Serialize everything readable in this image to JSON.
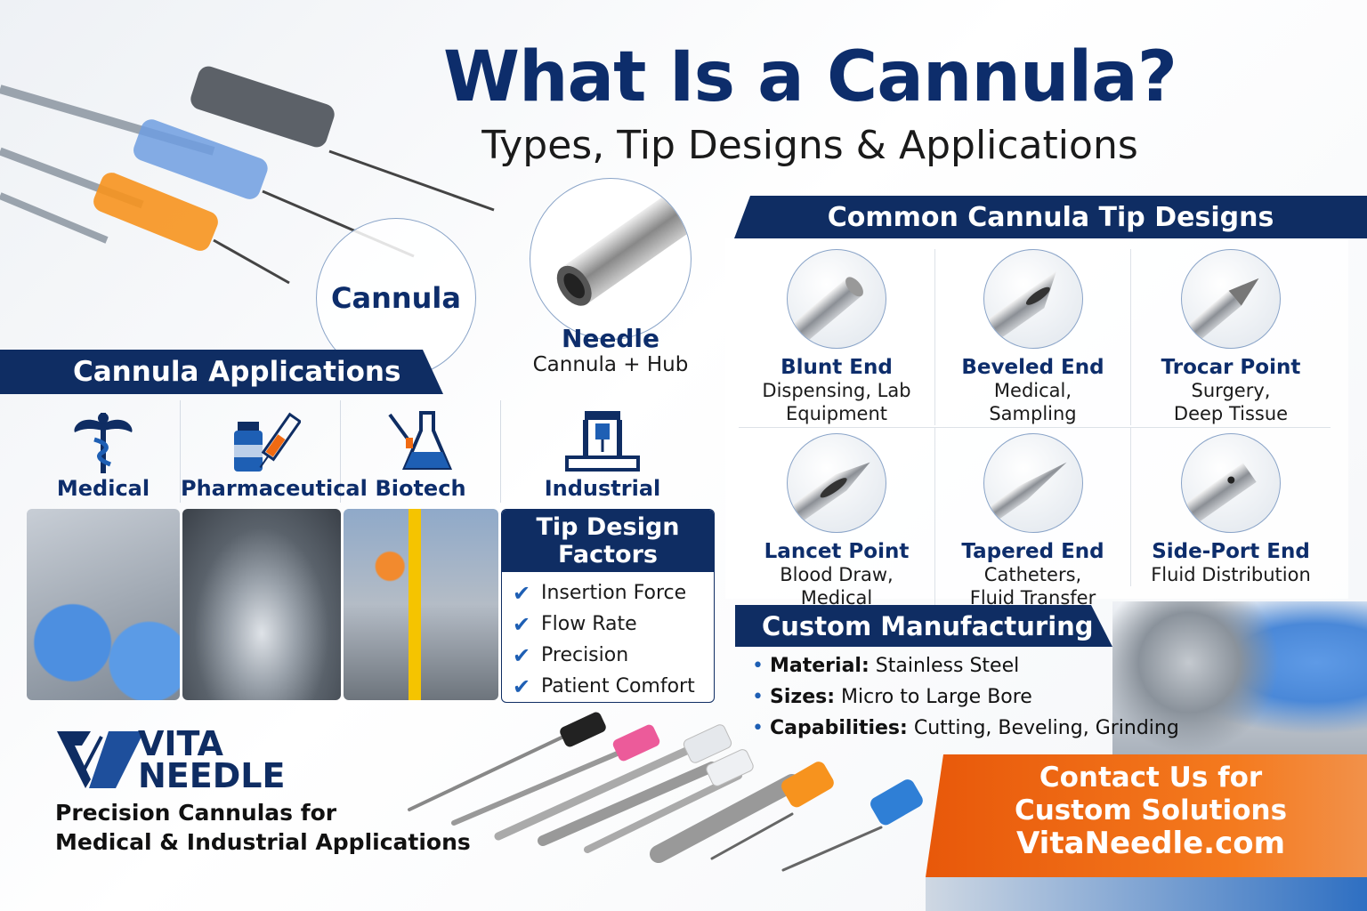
{
  "header": {
    "title": "What Is a Cannula?",
    "subtitle": "Types, Tip Designs & Applications"
  },
  "diagram": {
    "cannula_label": "Cannula",
    "needle_label": "Needle",
    "needle_caption": "Cannula + Hub"
  },
  "applications": {
    "heading": "Cannula Applications",
    "items": [
      {
        "label": "Medical",
        "icon": "caduceus-icon"
      },
      {
        "label": "Pharmaceutical",
        "icon": "vial-syringe-icon"
      },
      {
        "label": "Biotech",
        "icon": "flask-icon"
      },
      {
        "label": "Industrial",
        "icon": "machine-icon"
      }
    ]
  },
  "factors": {
    "heading": "Tip Design Factors",
    "items": [
      "Insertion Force",
      "Flow Rate",
      "Precision",
      "Patient Comfort"
    ]
  },
  "tips": {
    "heading": "Common Cannula Tip Designs",
    "items": [
      {
        "name": "Blunt End",
        "desc": [
          "Dispensing, Lab",
          "Equipment"
        ]
      },
      {
        "name": "Beveled End",
        "desc": [
          "Medical,",
          "Sampling"
        ]
      },
      {
        "name": "Trocar Point",
        "desc": [
          "Surgery,",
          "Deep Tissue"
        ]
      },
      {
        "name": "Lancet Point",
        "desc": [
          "Blood Draw,",
          "Medical"
        ]
      },
      {
        "name": "Tapered End",
        "desc": [
          "Catheters,",
          "Fluid Transfer"
        ]
      },
      {
        "name": "Side-Port End",
        "desc": [
          "Fluid Distribution"
        ]
      }
    ]
  },
  "custom": {
    "heading": "Custom Manufacturing",
    "items": [
      {
        "key": "Material:",
        "value": "Stainless Steel"
      },
      {
        "key": "Sizes:",
        "value": "Micro to Large Bore"
      },
      {
        "key": "Capabilities:",
        "value": "Cutting, Beveling, Grinding"
      }
    ]
  },
  "brand": {
    "logo_line1": "VITA",
    "logo_line2": "NEEDLE",
    "tagline1": "Precision Cannulas for",
    "tagline2": "Medical & Industrial Applications"
  },
  "cta": {
    "line1": "Contact Us for",
    "line2": "Custom Solutions",
    "line3": "VitaNeedle.com"
  },
  "colors": {
    "navy": "#0f2d63",
    "orange": "#f06a12",
    "blue": "#1e5fb4"
  }
}
